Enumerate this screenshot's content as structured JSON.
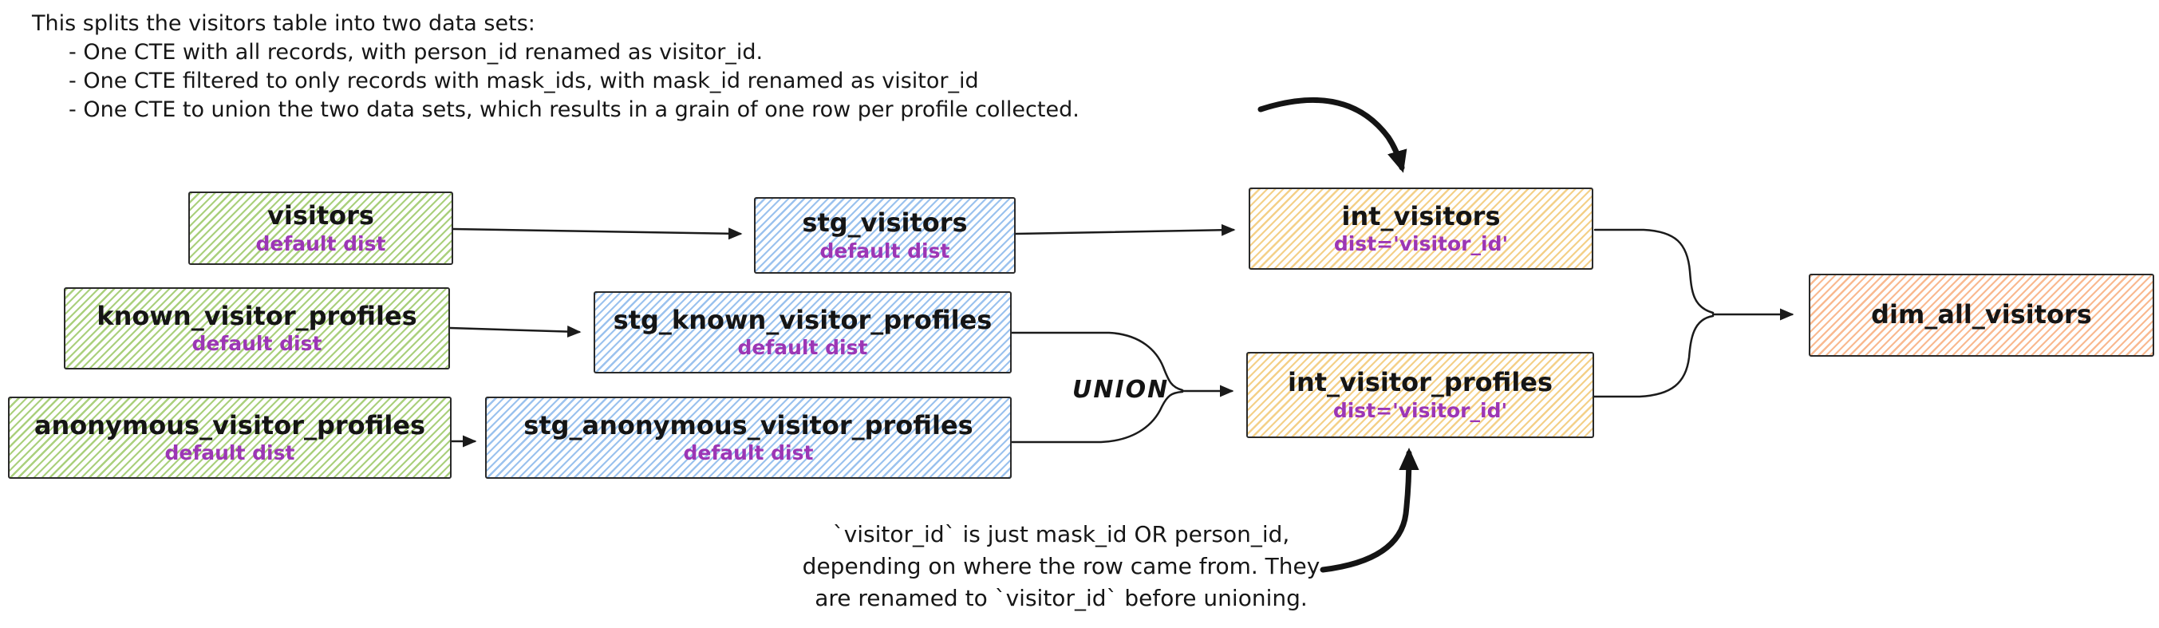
{
  "annotations": {
    "top_lines": [
      "This splits the visitors table into two data sets:",
      "- One CTE with all records, with person_id renamed as visitor_id.",
      "- One CTE filtered to only records with mask_ids, with mask_id renamed as visitor_id",
      "- One CTE to union the two data sets, which results in a grain of one row per profile collected."
    ],
    "bottom_lines": [
      "`visitor_id` is just mask_id OR person_id,",
      "depending on where the row came from. They",
      "are renamed to `visitor_id` before unioning."
    ],
    "union_label": "UNION"
  },
  "nodes": [
    {
      "id": "visitors",
      "title": "visitors",
      "subtitle": "default dist",
      "role": "source"
    },
    {
      "id": "known_visitor_profiles",
      "title": "known_visitor_profiles",
      "subtitle": "default dist",
      "role": "source"
    },
    {
      "id": "anonymous_visitor_profiles",
      "title": "anonymous_visitor_profiles",
      "subtitle": "default dist",
      "role": "source"
    },
    {
      "id": "stg_visitors",
      "title": "stg_visitors",
      "subtitle": "default dist",
      "role": "staging"
    },
    {
      "id": "stg_known_visitor_profiles",
      "title": "stg_known_visitor_profiles",
      "subtitle": "default dist",
      "role": "staging"
    },
    {
      "id": "stg_anonymous_visitor_profiles",
      "title": "stg_anonymous_visitor_profiles",
      "subtitle": "default dist",
      "role": "staging"
    },
    {
      "id": "int_visitors",
      "title": "int_visitors",
      "subtitle": "dist='visitor_id'",
      "role": "intermediate"
    },
    {
      "id": "int_visitor_profiles",
      "title": "int_visitor_profiles",
      "subtitle": "dist='visitor_id'",
      "role": "intermediate"
    },
    {
      "id": "dim_all_visitors",
      "title": "dim_all_visitors",
      "subtitle": "",
      "role": "mart"
    }
  ],
  "edges": [
    {
      "from": "visitors",
      "to": "stg_visitors",
      "label": ""
    },
    {
      "from": "known_visitor_profiles",
      "to": "stg_known_visitor_profiles",
      "label": ""
    },
    {
      "from": "anonymous_visitor_profiles",
      "to": "stg_anonymous_visitor_profiles",
      "label": ""
    },
    {
      "from": "stg_visitors",
      "to": "int_visitors",
      "label": ""
    },
    {
      "from": "stg_known_visitor_profiles",
      "to": "int_visitor_profiles",
      "label": "UNION"
    },
    {
      "from": "stg_anonymous_visitor_profiles",
      "to": "int_visitor_profiles",
      "label": "UNION"
    },
    {
      "from": "int_visitors",
      "to": "dim_all_visitors",
      "label": ""
    },
    {
      "from": "int_visitor_profiles",
      "to": "dim_all_visitors",
      "label": ""
    }
  ],
  "colors": {
    "source_fill": "#a6d07b",
    "staging_fill": "#9fc9f0",
    "intermediate_fill": "#f0c96e",
    "mart_fill": "#f8a878",
    "subtitle_purple": "#9c36b5",
    "ink": "#1e1e1e"
  }
}
